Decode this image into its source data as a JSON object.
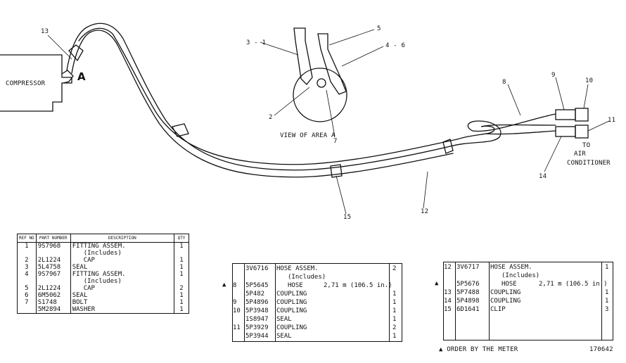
{
  "diagram": {
    "compressor_label": "COMPRESSOR",
    "area_marker": "A",
    "view_caption": "VIEW OF AREA A",
    "destination": [
      "TO",
      "AIR",
      "CONDITIONER"
    ],
    "callouts": {
      "c13": "13",
      "c3": "3 - 1",
      "c5": "5",
      "c46": "4 - 6",
      "c2": "2",
      "c7": "7",
      "c8": "8",
      "c9": "9",
      "c10": "10",
      "c11": "11",
      "c14": "14",
      "c15": "15",
      "c12": "12"
    }
  },
  "table1": {
    "headers": {
      "ref": "REF NO",
      "part": "PART NUMBER",
      "desc": "DESCRIPTION",
      "qty": "QTY"
    },
    "rows": [
      {
        "ref": "1",
        "part": "9S7968",
        "desc": "FITTING ASSEM.",
        "qty": "1"
      },
      {
        "ref": "",
        "part": "",
        "desc": "(Includes)",
        "qty": ""
      },
      {
        "ref": "2",
        "part": "2L1224",
        "desc": "CAP",
        "qty": "1"
      },
      {
        "ref": "3",
        "part": "5L4758",
        "desc": "SEAL",
        "qty": "1"
      },
      {
        "ref": "4",
        "part": "9S7967",
        "desc": "FITTING ASSEM.",
        "qty": "1"
      },
      {
        "ref": "",
        "part": "",
        "desc": "(Includes)",
        "qty": ""
      },
      {
        "ref": "5",
        "part": "2L1224",
        "desc": "CAP",
        "qty": "2"
      },
      {
        "ref": "6",
        "part": "6M5062",
        "desc": "SEAL",
        "qty": "1"
      },
      {
        "ref": "7",
        "part": "S1748",
        "desc": "BOLT",
        "qty": "1"
      },
      {
        "ref": "",
        "part": "5M2894",
        "desc": "WASHER",
        "qty": "1"
      }
    ]
  },
  "table2": {
    "marker": "▲",
    "rows": [
      {
        "ref": "",
        "part": "3V6716",
        "desc": "HOSE ASSEM.",
        "qty": "2"
      },
      {
        "ref": "",
        "part": "",
        "desc": "(Includes)",
        "qty": ""
      },
      {
        "ref": "8",
        "part": "5P5645",
        "desc": "HOSE",
        "extra": "2,71 m (106.5 in.)",
        "qty": ""
      },
      {
        "ref": "",
        "part": "5P482",
        "desc": "COUPLING",
        "qty": "1"
      },
      {
        "ref": "9",
        "part": "5P4896",
        "desc": "COUPLING",
        "qty": "1"
      },
      {
        "ref": "10",
        "part": "5P3948",
        "desc": "COUPLING",
        "qty": "1"
      },
      {
        "ref": "",
        "part": "1S8947",
        "desc": "SEAL",
        "qty": "1"
      },
      {
        "ref": "11",
        "part": "5P3929",
        "desc": "COUPLING",
        "qty": "2"
      },
      {
        "ref": "",
        "part": "5P3944",
        "desc": "SEAL",
        "qty": "1"
      }
    ]
  },
  "table3": {
    "marker": "▲",
    "rows": [
      {
        "ref": "12",
        "part": "3V6717",
        "desc": "HOSE ASSEM.",
        "qty": "1"
      },
      {
        "ref": "",
        "part": "",
        "desc": "(Includes)",
        "qty": ""
      },
      {
        "ref": "",
        "part": "5P5676",
        "desc": "HOSE",
        "extra": "2,71 m (106.5 in.)",
        "qty": ""
      },
      {
        "ref": "13",
        "part": "5P7488",
        "desc": "COUPLING",
        "qty": "1"
      },
      {
        "ref": "14",
        "part": "5P4898",
        "desc": "COUPLING",
        "qty": "1"
      },
      {
        "ref": "15",
        "part": "6D1641",
        "desc": "CLIP",
        "qty": "3"
      }
    ]
  },
  "footer": {
    "note": "▲ ORDER BY THE METER",
    "code": "170642"
  }
}
